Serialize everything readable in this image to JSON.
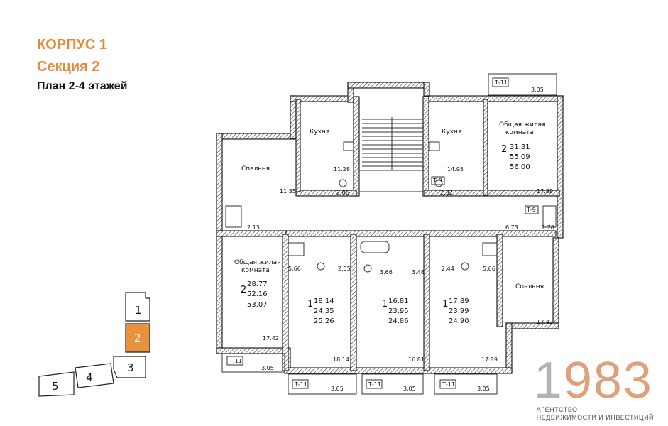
{
  "header": {
    "building": "КОРПУС 1",
    "section": "Секция 2",
    "plan": "План 2-4 этажей"
  },
  "colors": {
    "accent": "#e5893a",
    "brand_grey": "#b3b3b3",
    "brand_peach": "#e0a07a"
  },
  "keymap": {
    "sections": [
      {
        "label": "1",
        "active": false
      },
      {
        "label": "2",
        "active": true
      },
      {
        "label": "3",
        "active": false
      },
      {
        "label": "4",
        "active": false
      },
      {
        "label": "5",
        "active": false
      }
    ]
  },
  "plan": {
    "rooms": {
      "kitchen_left": "Кухня",
      "kitchen_right": "Кухня",
      "bedroom_left": "Спальня",
      "bedroom_right": "Спальня",
      "living_top_right_1": "Общая жилая",
      "living_top_right_2": "комната",
      "living_left_1": "Общая жилая",
      "living_left_2": "комната"
    },
    "apartments": [
      {
        "rooms": "2",
        "a": "31.31",
        "b": "55.09",
        "c": "56.00"
      },
      {
        "rooms": "2",
        "a": "28.77",
        "b": "52.16",
        "c": "53.07"
      },
      {
        "rooms": "1",
        "a": "18.14",
        "b": "24.35",
        "c": "25.26"
      },
      {
        "rooms": "1",
        "a": "16.81",
        "b": "23.95",
        "c": "24.86"
      },
      {
        "rooms": "1",
        "a": "17.89",
        "b": "23.99",
        "c": "24.90"
      }
    ],
    "areas": {
      "kitchen_left": "11.28",
      "kitchen_right": "14.95",
      "bedroom_left": "11.35",
      "living_tr": "17.89",
      "bath_tl": "2.06",
      "bath_tr": "2.32",
      "hall_r": "6.73",
      "hall_r2": "2.78",
      "bath_left": "2.13",
      "a_566": "5.66",
      "a_255": "2.55",
      "a_366": "3.66",
      "a_348": "3.48",
      "a_244": "2.44",
      "a_566b": "5.66",
      "living_left_room": "17.42",
      "bottom_1": "18.14",
      "bottom_2": "16.81",
      "bottom_3": "17.89",
      "bedroom_right": "13.42"
    },
    "tags": {
      "t11": "Т-11",
      "t9": "Т-9",
      "balcony_area": "3.05"
    }
  },
  "brand": {
    "number_a": "1",
    "number_b": "983",
    "line1": "АГЕНТСТВО",
    "line2": "НЕДВИЖИМОСТИ И ИНВЕСТИЦИЙ"
  }
}
